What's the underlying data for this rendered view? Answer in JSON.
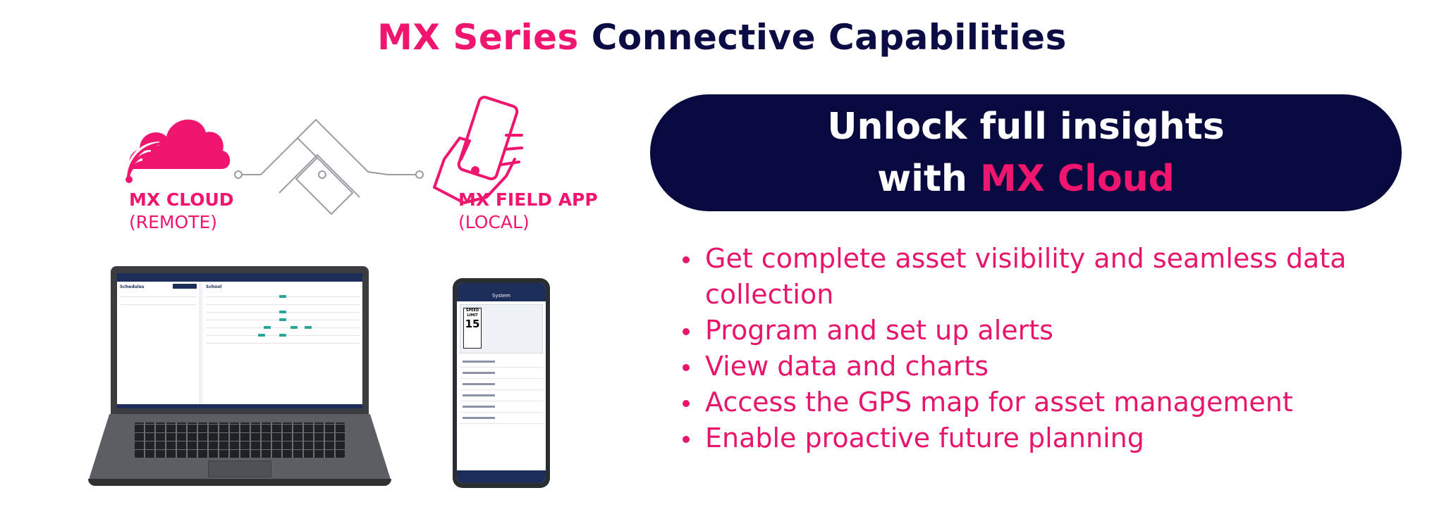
{
  "title": {
    "accent": "MX Series",
    "main": "Connective Capabilities"
  },
  "cloud": {
    "label": "MX CLOUD",
    "sub": "(REMOTE)"
  },
  "field_app": {
    "label": "MX FIELD APP",
    "sub": "(LOCAL)"
  },
  "pill": {
    "line1": "Unlock full insights",
    "line2_pre": "with ",
    "line2_highlight": "MX Cloud"
  },
  "bullets": [
    "Get complete asset visibility and seamless data collection",
    "Program and set up alerts",
    "View data and charts",
    "Access the GPS map for asset management",
    "Enable proactive future planning"
  ],
  "laptop_screen": {
    "left_heading": "Schedules",
    "right_heading": "School"
  },
  "phone_screen": {
    "header": "System",
    "sign_top": "SPEED LIMIT",
    "sign_num": "15"
  },
  "colors": {
    "accent": "#f0156e",
    "navy": "#0c0c45",
    "pill": "#08093f"
  },
  "icons": [
    "cloud-wifi-icon",
    "circuit-connector-icon",
    "hand-phone-icon",
    "laptop-image",
    "phone-image"
  ]
}
